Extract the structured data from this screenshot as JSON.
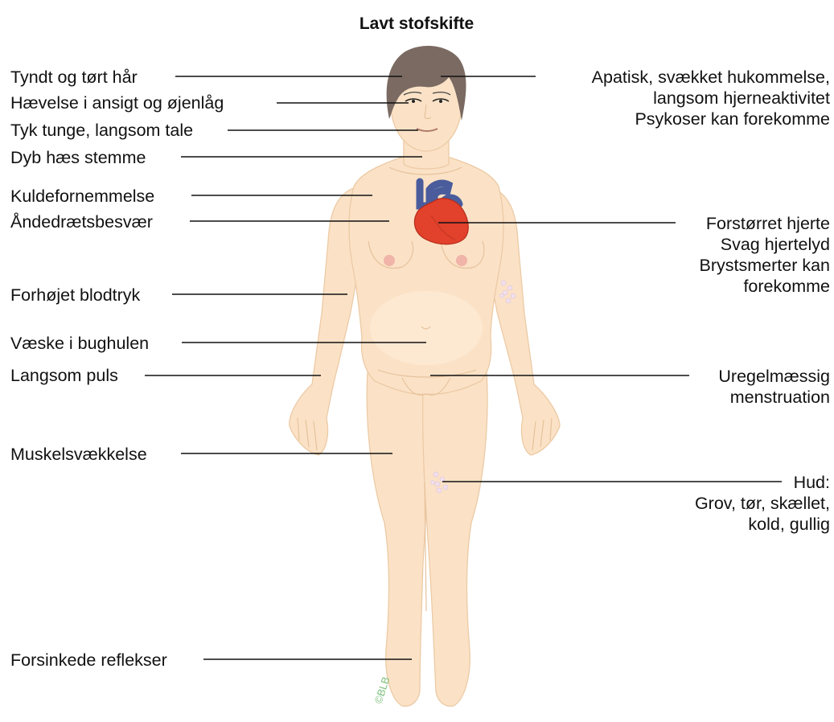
{
  "title": "Lavt stofskifte",
  "watermark": "©BLB",
  "colors": {
    "skin": "#fbe2c6",
    "hair": "#7a6a62",
    "heart": "#e2412b",
    "vessel": "#4a5c9c"
  },
  "labels_left": [
    {
      "id": "hair",
      "lines": [
        "Tyndt og tørt hår"
      ]
    },
    {
      "id": "face",
      "lines": [
        "Hævelse i ansigt og øjenlåg"
      ]
    },
    {
      "id": "tongue",
      "lines": [
        "Tyk tunge, langsom tale"
      ]
    },
    {
      "id": "voice",
      "lines": [
        "Dyb hæs stemme"
      ]
    },
    {
      "id": "cold",
      "lines": [
        "Kuldefornemmelse"
      ]
    },
    {
      "id": "breathing",
      "lines": [
        "Åndedrætsbesvær"
      ]
    },
    {
      "id": "bloodpressure",
      "lines": [
        "Forhøjet blodtryk"
      ]
    },
    {
      "id": "fluid",
      "lines": [
        "Væske i bughulen"
      ]
    },
    {
      "id": "pulse",
      "lines": [
        "Langsom puls"
      ]
    },
    {
      "id": "muscle",
      "lines": [
        "Muskelsvækkelse"
      ]
    },
    {
      "id": "reflexes",
      "lines": [
        "Forsinkede reflekser"
      ]
    }
  ],
  "labels_right": [
    {
      "id": "mind",
      "lines": [
        "Apatisk, svækket hukommelse,",
        "langsom hjerneaktivitet",
        "Psykoser kan forekomme"
      ]
    },
    {
      "id": "heart",
      "lines": [
        "Forstørret hjerte",
        "Svag hjertelyd",
        "Brystsmerter kan",
        "forekomme"
      ]
    },
    {
      "id": "menstruation",
      "lines": [
        "Uregelmæssig",
        "menstruation"
      ]
    },
    {
      "id": "skin",
      "lines": [
        "Hud:",
        "Grov, tør, skællet,",
        "kold, gullig"
      ]
    }
  ]
}
